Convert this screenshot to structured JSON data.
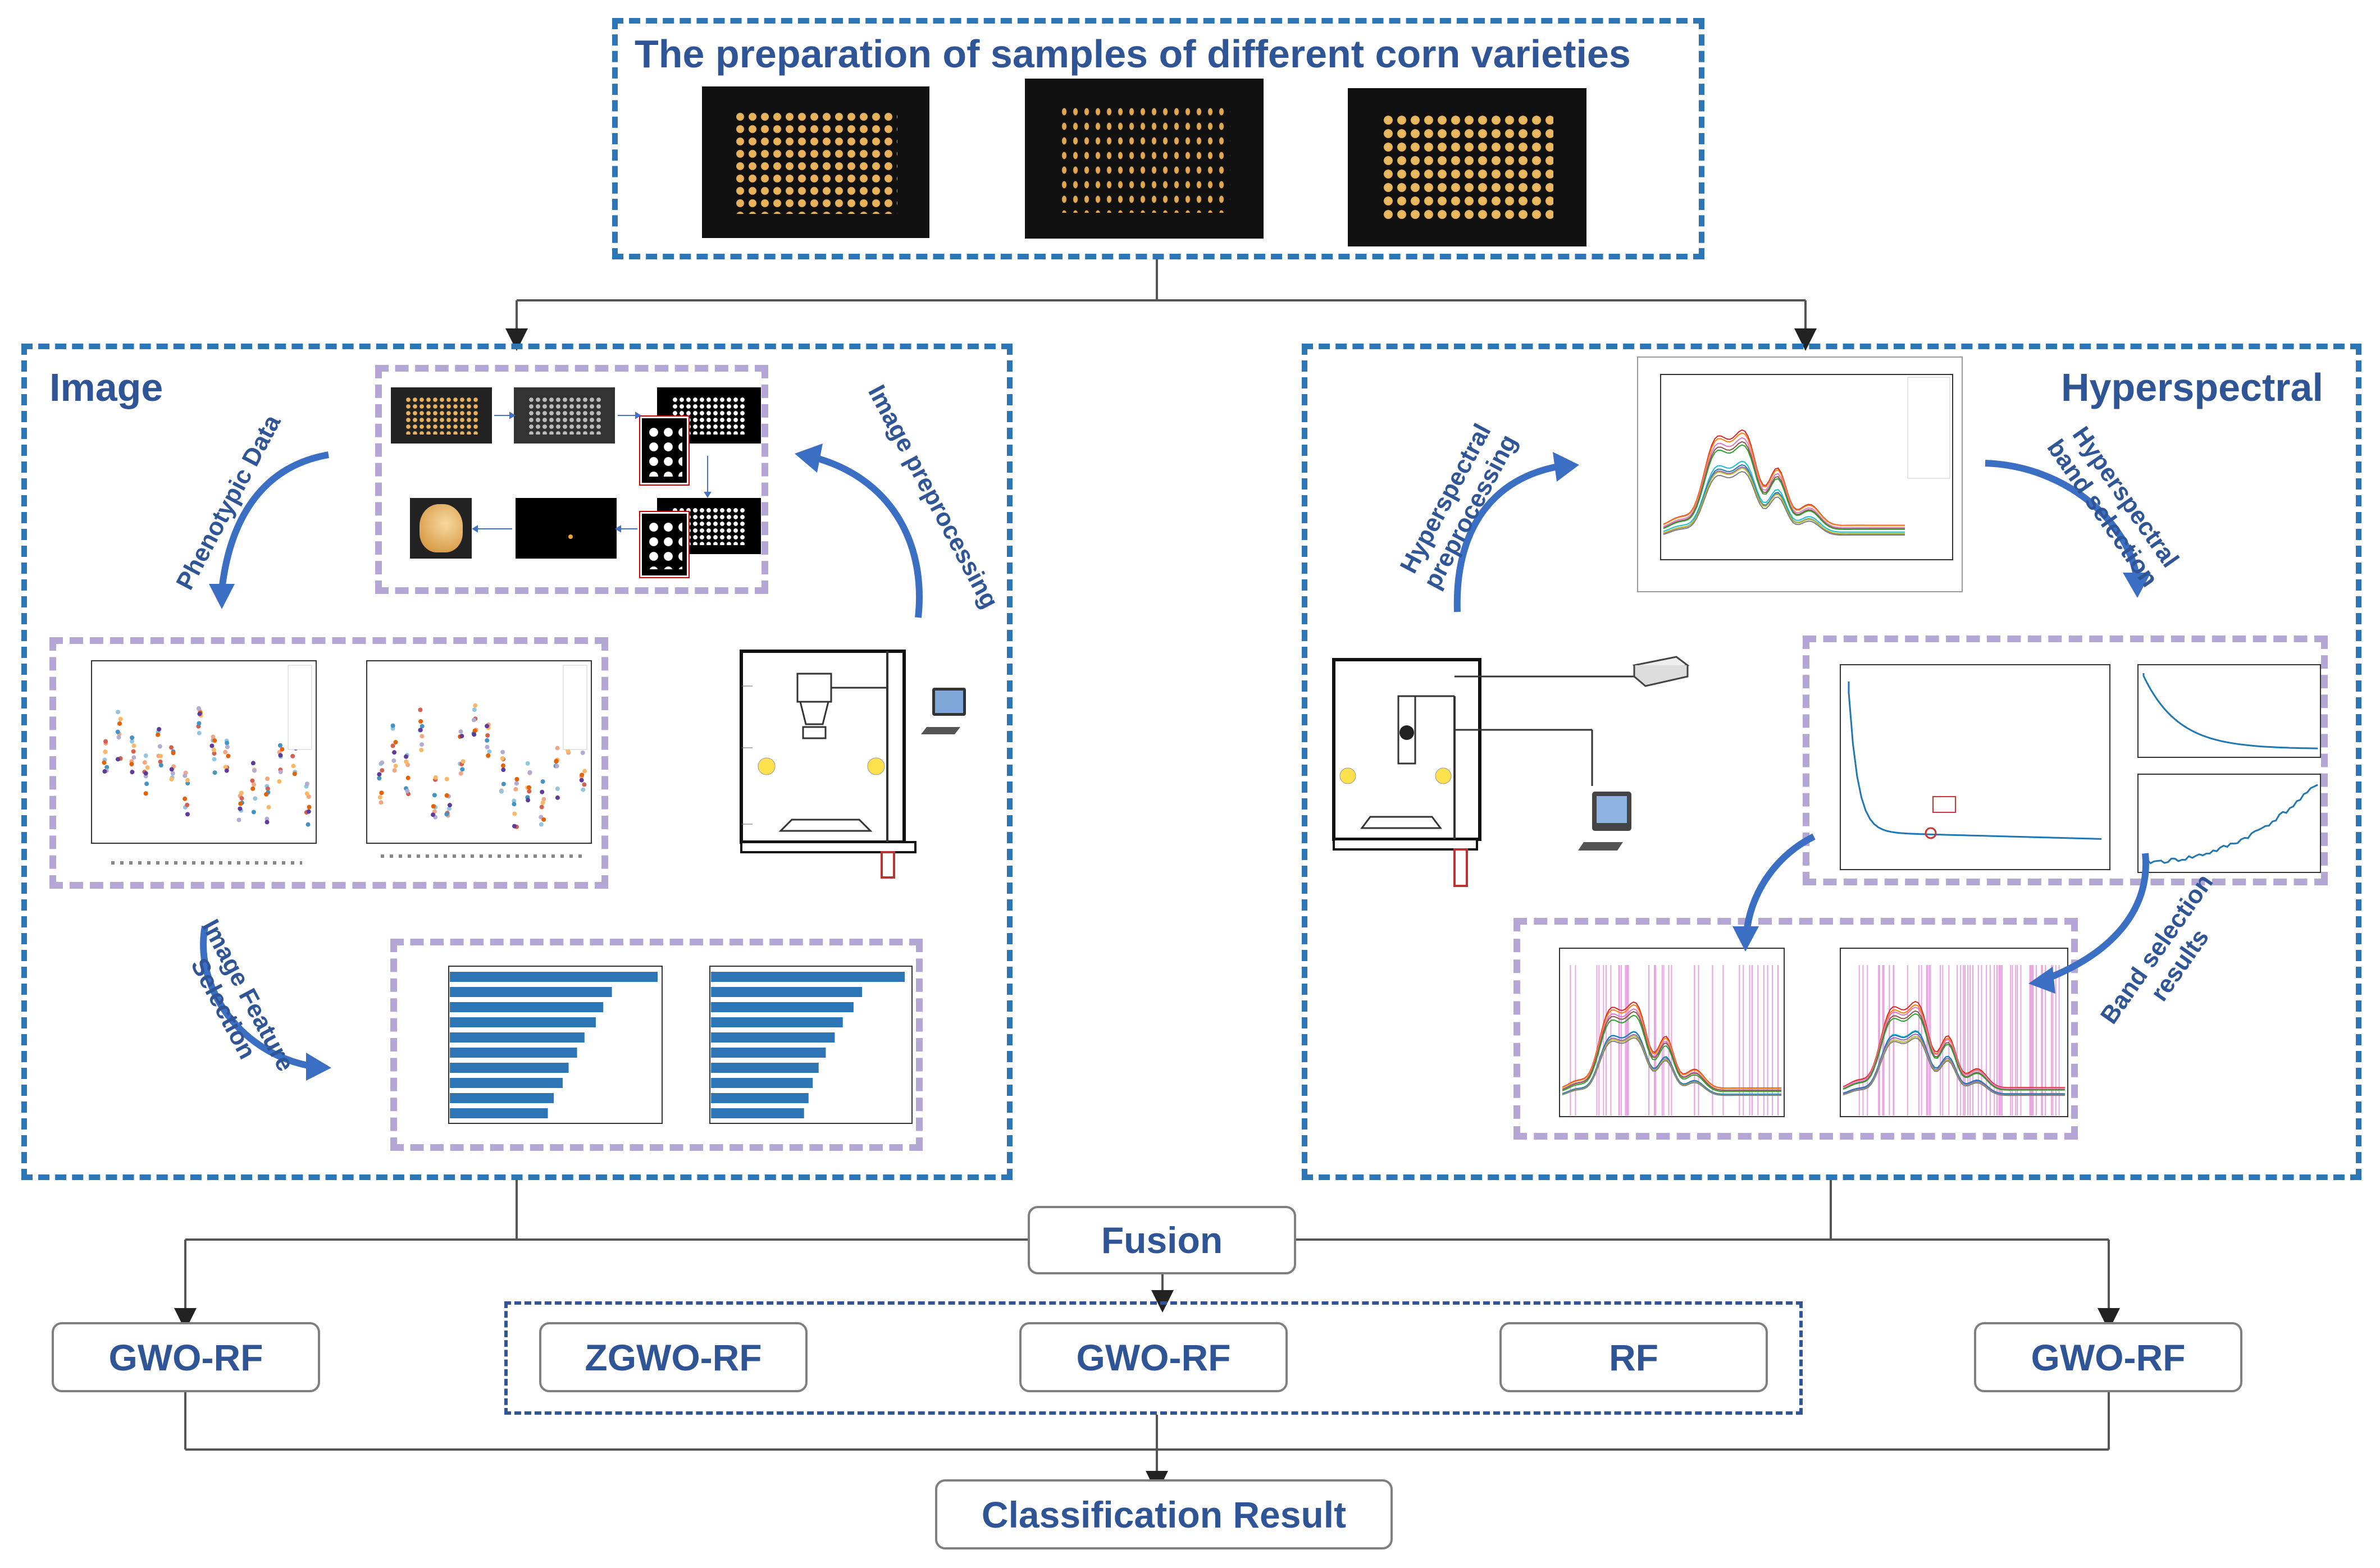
{
  "top_title": "The preparation of samples of different corn varieties",
  "image_section": {
    "title": "Image",
    "labels": {
      "phenotypic": "Phenotypic Data",
      "preprocessing": "Image preprocessing",
      "feature_selection": "Image Feature\nSelection"
    }
  },
  "hyper_section": {
    "title": "Hyperspectral",
    "labels": {
      "preprocessing": "Hyperspectral\npreprocessing",
      "band_selection": "Hyperspectral\nband selection",
      "band_results": "Band selection\nresults"
    }
  },
  "fusion": "Fusion",
  "models": {
    "left": "GWO-RF",
    "mid1": "ZGWO-RF",
    "mid2": "GWO-RF",
    "mid3": "RF",
    "right": "GWO-RF"
  },
  "result": "Classification Result",
  "colors": {
    "section_border": "#2e75b6",
    "subpanel_border": "#b4a7d6",
    "text": "#2f5597",
    "bar": "#2e75b6",
    "arrow": "#3a6fc4"
  }
}
